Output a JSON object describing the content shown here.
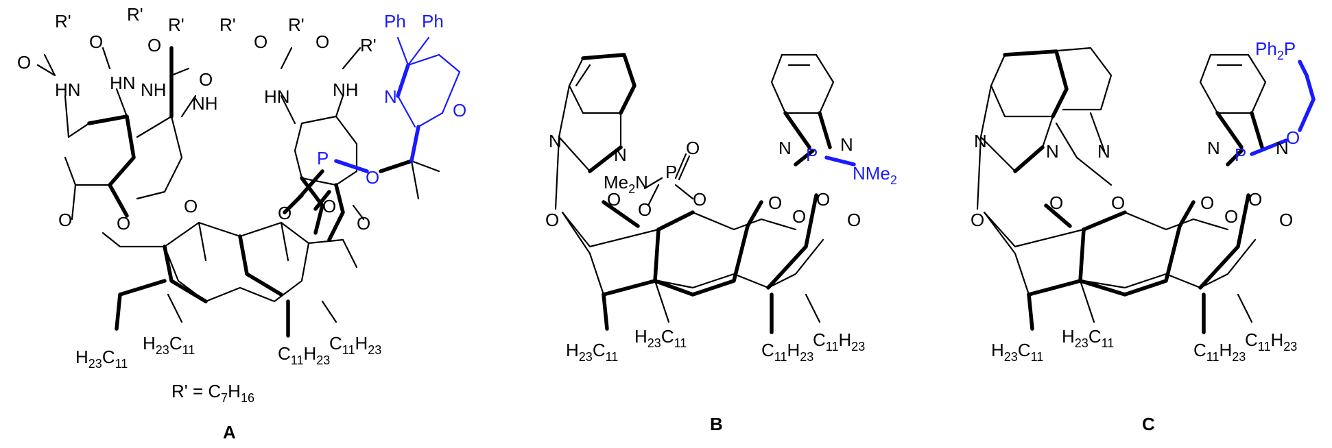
{
  "labels": {
    "A": "A",
    "B": "B",
    "C": "C",
    "r_def": "R' = C7H16"
  },
  "atoms": {
    "R": "R'",
    "O": "O",
    "N": "N",
    "HN": "HN",
    "NH": "NH",
    "HNN": "HN",
    "P": "P",
    "Ph": "Ph",
    "Me2N": "Me2N",
    "NMe2": "NMe2",
    "Ph2P": "Ph2P",
    "H23C11": "H23C11",
    "C11H23": "C11H23"
  },
  "colors": {
    "bond": "#000000",
    "highlight": "#1a1aff",
    "background": "#ffffff"
  }
}
